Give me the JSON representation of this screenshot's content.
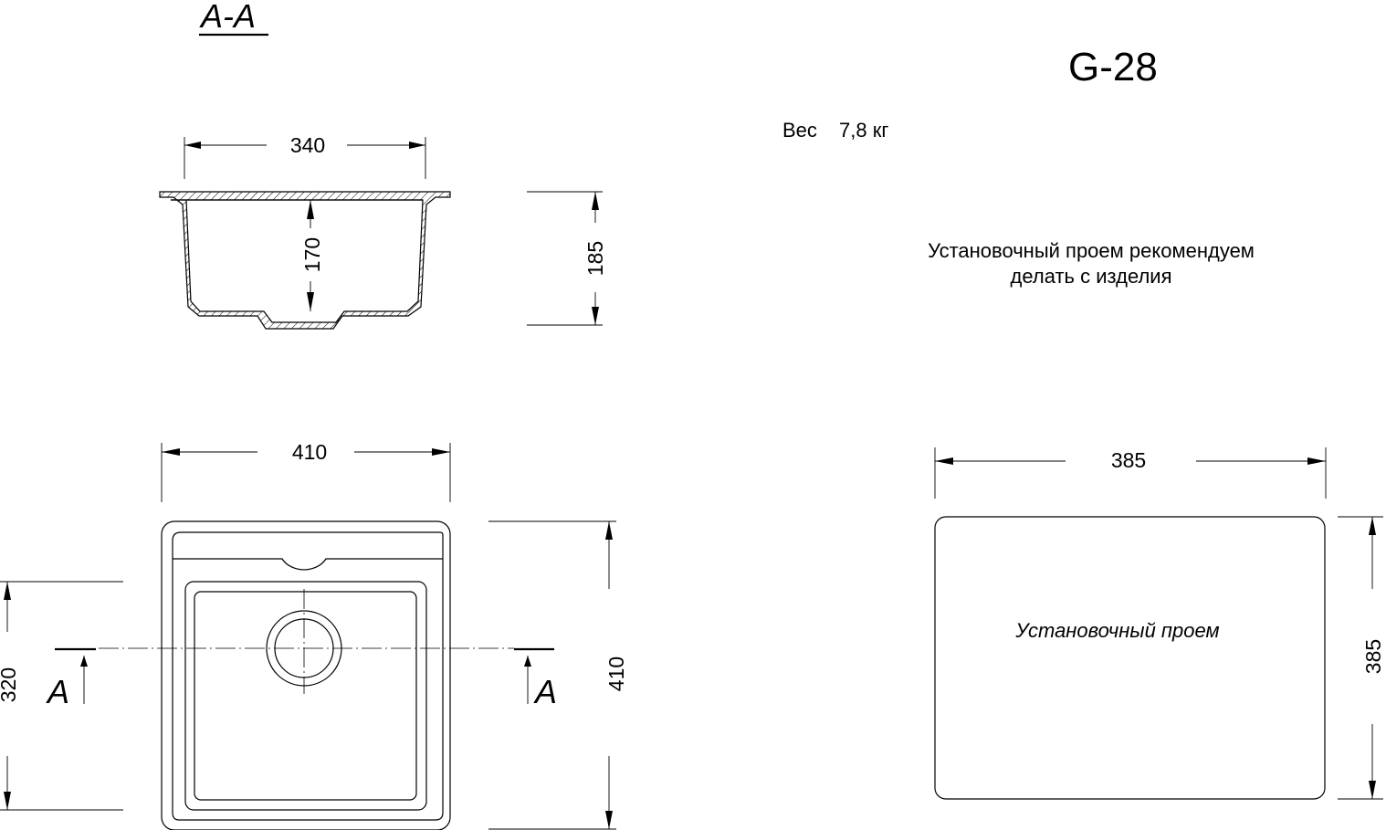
{
  "title": "G-28",
  "section_title": "A-A",
  "weight_label": "Вес",
  "weight_value": "7,8 кг",
  "recommendation": {
    "line1": "Установочный проем рекомендуем",
    "line2": "делать с изделия"
  },
  "cutout_label": "Установочный проем",
  "section_marker": "A",
  "dimensions": {
    "section_width": "340",
    "section_inner_depth": "170",
    "section_total_depth": "185",
    "plan_width": "410",
    "plan_length": "410",
    "bowl_length": "320",
    "cutout_width": "385",
    "cutout_length": "385"
  }
}
